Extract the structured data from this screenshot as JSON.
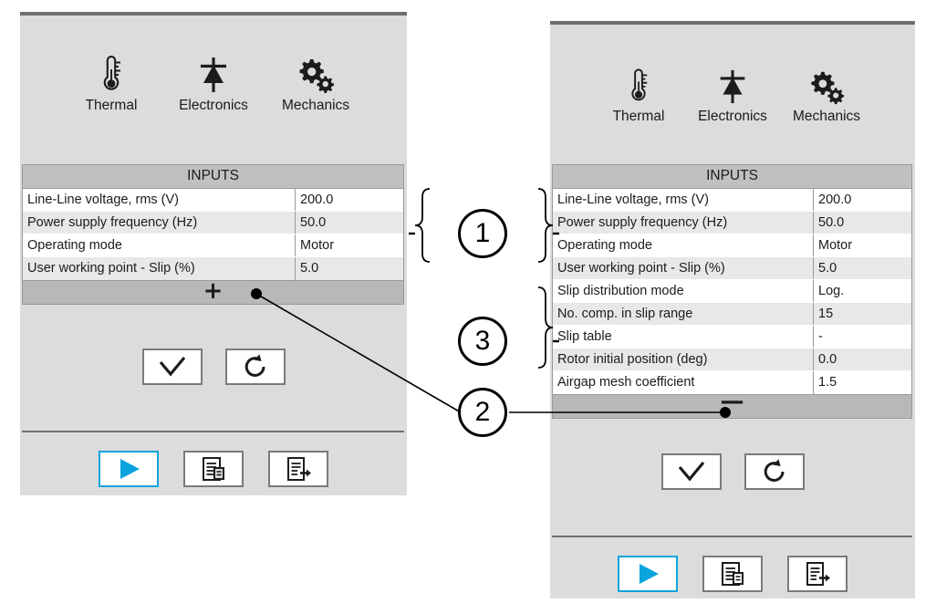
{
  "panels": {
    "left": {
      "name": "collapsed-inputs-panel",
      "icon_tabs": [
        {
          "label": "Thermal",
          "icon": "thermometer-icon"
        },
        {
          "label": "Electronics",
          "icon": "diode-icon"
        },
        {
          "label": "Mechanics",
          "icon": "gears-icon"
        }
      ],
      "table": {
        "header": "INPUTS",
        "rows": [
          {
            "label": "Line-Line voltage, rms (V)",
            "value": "200.0"
          },
          {
            "label": "Power supply frequency (Hz)",
            "value": "50.0"
          },
          {
            "label": "Operating mode",
            "value": "Motor"
          },
          {
            "label": "User working point - Slip (%)",
            "value": "5.0"
          }
        ],
        "expand_sign": "+"
      },
      "confirm_buttons": [
        {
          "icon": "check-icon",
          "name": "validate-button"
        },
        {
          "icon": "reset-icon",
          "name": "reset-button"
        }
      ],
      "action_buttons": [
        {
          "icon": "play-icon",
          "name": "solve-button",
          "accent": "#0aa3dd"
        },
        {
          "icon": "report-icon",
          "name": "report-button"
        },
        {
          "icon": "export-icon",
          "name": "export-button"
        }
      ]
    },
    "right": {
      "name": "expanded-inputs-panel",
      "icon_tabs": [
        {
          "label": "Thermal",
          "icon": "thermometer-icon"
        },
        {
          "label": "Electronics",
          "icon": "diode-icon"
        },
        {
          "label": "Mechanics",
          "icon": "gears-icon"
        }
      ],
      "table": {
        "header": "INPUTS",
        "rows": [
          {
            "label": "Line-Line voltage, rms (V)",
            "value": "200.0"
          },
          {
            "label": "Power supply frequency (Hz)",
            "value": "50.0"
          },
          {
            "label": "Operating mode",
            "value": "Motor"
          },
          {
            "label": "User working point - Slip (%)",
            "value": "5.0"
          },
          {
            "label": "Slip distribution mode",
            "value": "Log."
          },
          {
            "label": "No. comp. in slip range",
            "value": "15"
          },
          {
            "label": "Slip table",
            "value": "-"
          },
          {
            "label": "Rotor initial position (deg)",
            "value": "0.0"
          },
          {
            "label": "Airgap mesh coefficient",
            "value": "1.5"
          }
        ],
        "collapse_sign": "—"
      },
      "confirm_buttons": [
        {
          "icon": "check-icon",
          "name": "validate-button"
        },
        {
          "icon": "reset-icon",
          "name": "reset-button"
        }
      ],
      "action_buttons": [
        {
          "icon": "play-icon",
          "name": "solve-button",
          "accent": "#0aa3dd"
        },
        {
          "icon": "report-icon",
          "name": "report-button"
        },
        {
          "icon": "export-icon",
          "name": "export-button"
        }
      ]
    }
  },
  "callouts": [
    {
      "number": "1",
      "meaning": "standard-input-rows"
    },
    {
      "number": "2",
      "meaning": "expand-collapse-toggle"
    },
    {
      "number": "3",
      "meaning": "advanced-input-rows"
    }
  ],
  "colors": {
    "panel_bg": "#dcdcdc",
    "table_header_bg": "#c0c0c0",
    "row_alt_bg": "#e8e8e8",
    "accent": "#0aa3dd",
    "border": "#9a9a9a",
    "text": "#1b1b1b"
  }
}
